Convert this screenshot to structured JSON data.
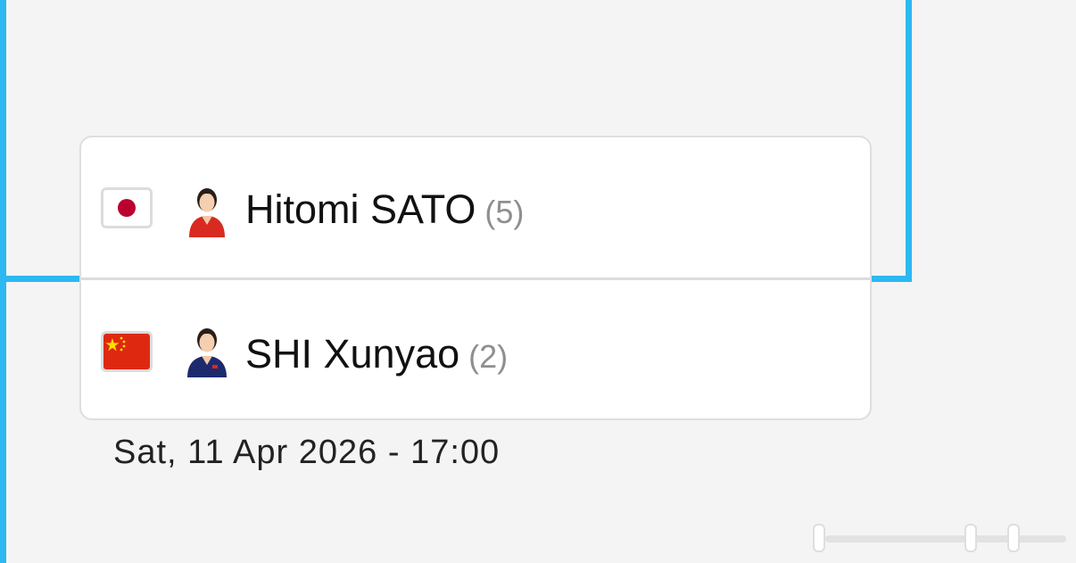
{
  "bracket": {
    "accent_color": "#2cb8f0"
  },
  "match": {
    "players": [
      {
        "name": "Hitomi SATO",
        "seed": "(5)",
        "country_flag": "japan-flag-icon",
        "avatar": "player-avatar-icon"
      },
      {
        "name": "SHI Xunyao",
        "seed": "(2)",
        "country_flag": "china-flag-icon",
        "avatar": "player-avatar-icon"
      }
    ],
    "datetime": "Sat, 11 Apr 2026 - 17:00"
  }
}
